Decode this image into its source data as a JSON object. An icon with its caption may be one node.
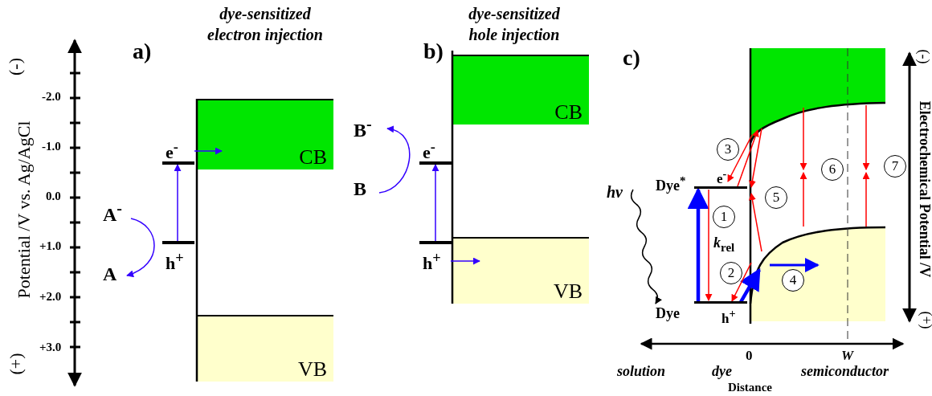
{
  "diagram": {
    "nodes": [
      {
        "text": [
          "CB"
        ]
      },
      {
        "text": [
          "VB"
        ]
      },
      {
        "text": [
          "e$^{-}$"
        ]
      },
      {
        "text": [
          "h$^{+}$"
        ]
      },
      {
        "text": [
          "A$^{-}$"
        ]
      },
      {
        "text": [
          "A"
        ]
      },
      {
        "text": [
          "CB"
        ]
      },
      {
        "text": [
          "VB"
        ]
      },
      {
        "text": [
          "e$^{-}$"
        ]
      },
      {
        "text": [
          "h$^{+}$"
        ]
      },
      {
        "text": [
          "B$^{-}$"
        ]
      },
      {
        "text": [
          "B"
        ]
      },
      {
        "text": [],
        "shape": "box"
      },
      {
        "text": [],
        "shape": "box"
      },
      {
        "text": [
          "Dye$^{*}$",
          "e$^{-}$"
        ]
      },
      {
        "text": [
          "Dye",
          "h$^{+}$"
        ]
      },
      {
        "text": [
          "hν"
        ]
      }
    ],
    "edges": [
      {
        "from": 3,
        "to": 2,
        "arrow": "to",
        "color": "#3300ff"
      },
      {
        "from": 2,
        "to": 0,
        "arrow": "to",
        "color": "#3300ff"
      },
      {
        "from": 4,
        "to": 5,
        "arrow": "to",
        "color": "#3300ff"
      },
      {
        "from": 9,
        "to": 8,
        "arrow": "to",
        "color": "#3300ff"
      },
      {
        "from": 9,
        "to": 7,
        "arrow": "to",
        "color": "#3300ff"
      },
      {
        "from": 11,
        "to": 10,
        "arrow": "to",
        "color": "#3300ff"
      },
      {
        "from": 15,
        "to": 14,
        "arrow": "to",
        "color": "#0000ff",
        "style": "thick"
      },
      {
        "from": 14,
        "to": 15,
        "arrow": "to",
        "label": "*k*$_{rel}$"
      },
      {
        "from": 14,
        "to": 12,
        "arrow": "to"
      },
      {
        "from": 12,
        "to": 14,
        "arrow": "to"
      },
      {
        "from": 15,
        "to": 13,
        "arrow": "to",
        "color": "#0000ff",
        "style": "thick"
      },
      {
        "from": 13,
        "to": 15,
        "arrow": "to"
      },
      {
        "from": 12,
        "to": 14,
        "arrow": "to"
      },
      {
        "from": 13,
        "to": 14,
        "arrow": "to"
      },
      {
        "from": 12,
        "to": null,
        "arrow": "to"
      },
      {
        "from": 13,
        "to": null,
        "arrow": "to"
      },
      {
        "from": 12,
        "to": null,
        "arrow": "to"
      },
      {
        "from": 13,
        "to": null,
        "arrow": "to"
      },
      {
        "from": 16,
        "to": 15,
        "arrow": "to",
        "color": "#000000"
      }
    ],
    "labels": [
      "dye-sensitized electron injection",
      "dye-sensitized hole injection",
      "a)",
      "b)",
      "c)",
      "(-)",
      "Electrochemical Potential /V",
      "(+)",
      "(+)",
      "Potential /V vs. Ag/AgCl",
      "(-)",
      "-2.0",
      "-1.0",
      "0.0",
      "+1.0",
      "+2.0",
      "+3.0",
      "3",
      "6",
      "7",
      "5",
      "1",
      "2",
      "4",
      "0",
      "W",
      "solution",
      "dye",
      "semiconductor",
      "Distance"
    ]
  }
}
